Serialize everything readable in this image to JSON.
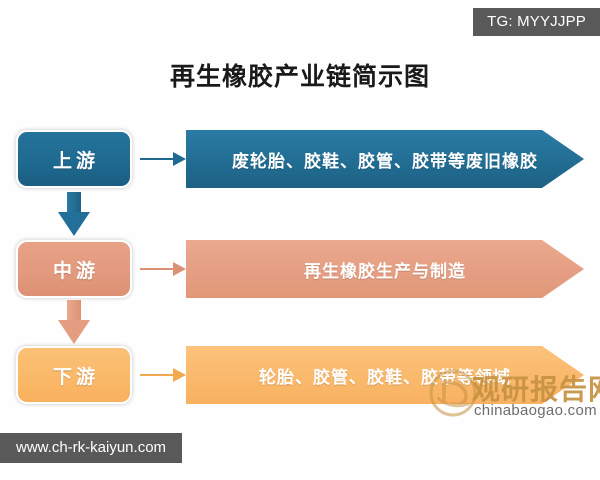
{
  "meta": {
    "title": "再生橡胶产业链简示图",
    "source_tag": "TG: MYYJJPP",
    "url_bar": "www.ch-rk-kaiyun.com"
  },
  "colors": {
    "upstream": "#1f6a91",
    "midstream": "#e09878",
    "downstream": "#f9b15d",
    "tag_background": "#595959",
    "watermark_text": "#c79243",
    "background": "#fefefe"
  },
  "chain": {
    "rows": [
      {
        "stage": "上游",
        "content": "废轮胎、胶鞋、胶管、胶带等废旧橡胶",
        "accent": "#1f6a91"
      },
      {
        "stage": "中游",
        "content": "再生橡胶生产与制造",
        "accent": "#e09878"
      },
      {
        "stage": "下游",
        "content": "轮胎、胶管、胶鞋、胶带等领域",
        "accent": "#f9b15d"
      }
    ]
  },
  "watermark": {
    "cn": "观研报告网",
    "en": "chinabaogao.com"
  }
}
